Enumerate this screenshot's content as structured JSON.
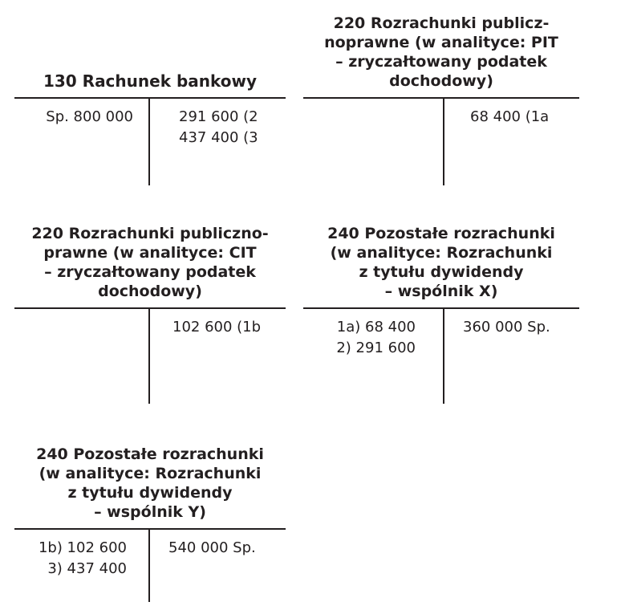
{
  "accounts": [
    {
      "title_lines": [
        "130 Rachunek bankowy"
      ],
      "debit": [
        "Sp. 800 000"
      ],
      "credit": [
        "291 600 (2",
        "437 400 (3"
      ]
    },
    {
      "title_lines": [
        "220 Rozrachunki publicz-",
        "noprawne (w analityce: PIT",
        "– zryczałtowany podatek",
        "dochodowy)"
      ],
      "debit": [],
      "credit": [
        "68 400 (1a"
      ]
    },
    {
      "title_lines": [
        "220 Rozrachunki publiczno-",
        "prawne (w analityce: CIT",
        "– zryczałtowany podatek",
        "dochodowy)"
      ],
      "debit": [],
      "credit": [
        "102 600 (1b"
      ]
    },
    {
      "title_lines": [
        "240 Pozostałe rozrachunki",
        "(w analityce: Rozrachunki",
        "z tytułu dywidendy",
        "– wspólnik X)"
      ],
      "debit": [
        "1a) 68 400",
        "2) 291 600"
      ],
      "credit": [
        "360 000 Sp."
      ]
    },
    {
      "title_lines": [
        "240 Pozostałe rozrachunki",
        "(w analityce: Rozrachunki",
        "z tytułu dywidendy",
        "– wspólnik Y)"
      ],
      "debit": [
        "1b) 102 600",
        "3) 437 400"
      ],
      "credit": [
        "540 000 Sp."
      ]
    }
  ]
}
